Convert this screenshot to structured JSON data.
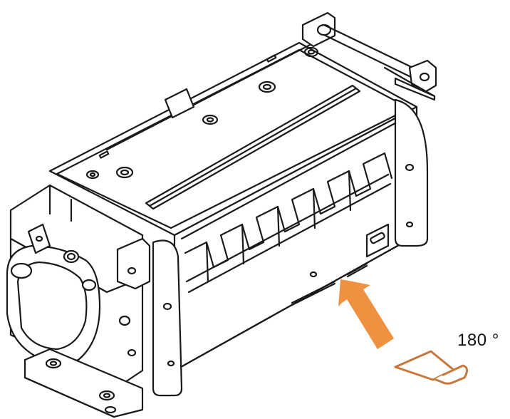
{
  "angle_label": "180 °",
  "colors": {
    "line": "#1a1a1a",
    "arrow": "#f0913f",
    "ticket_stroke": "#c8773a",
    "ticket_fill": "#ffffff"
  },
  "icons": {
    "insert_arrow": "arrow-up-left",
    "ticket": "folded-ticket"
  }
}
